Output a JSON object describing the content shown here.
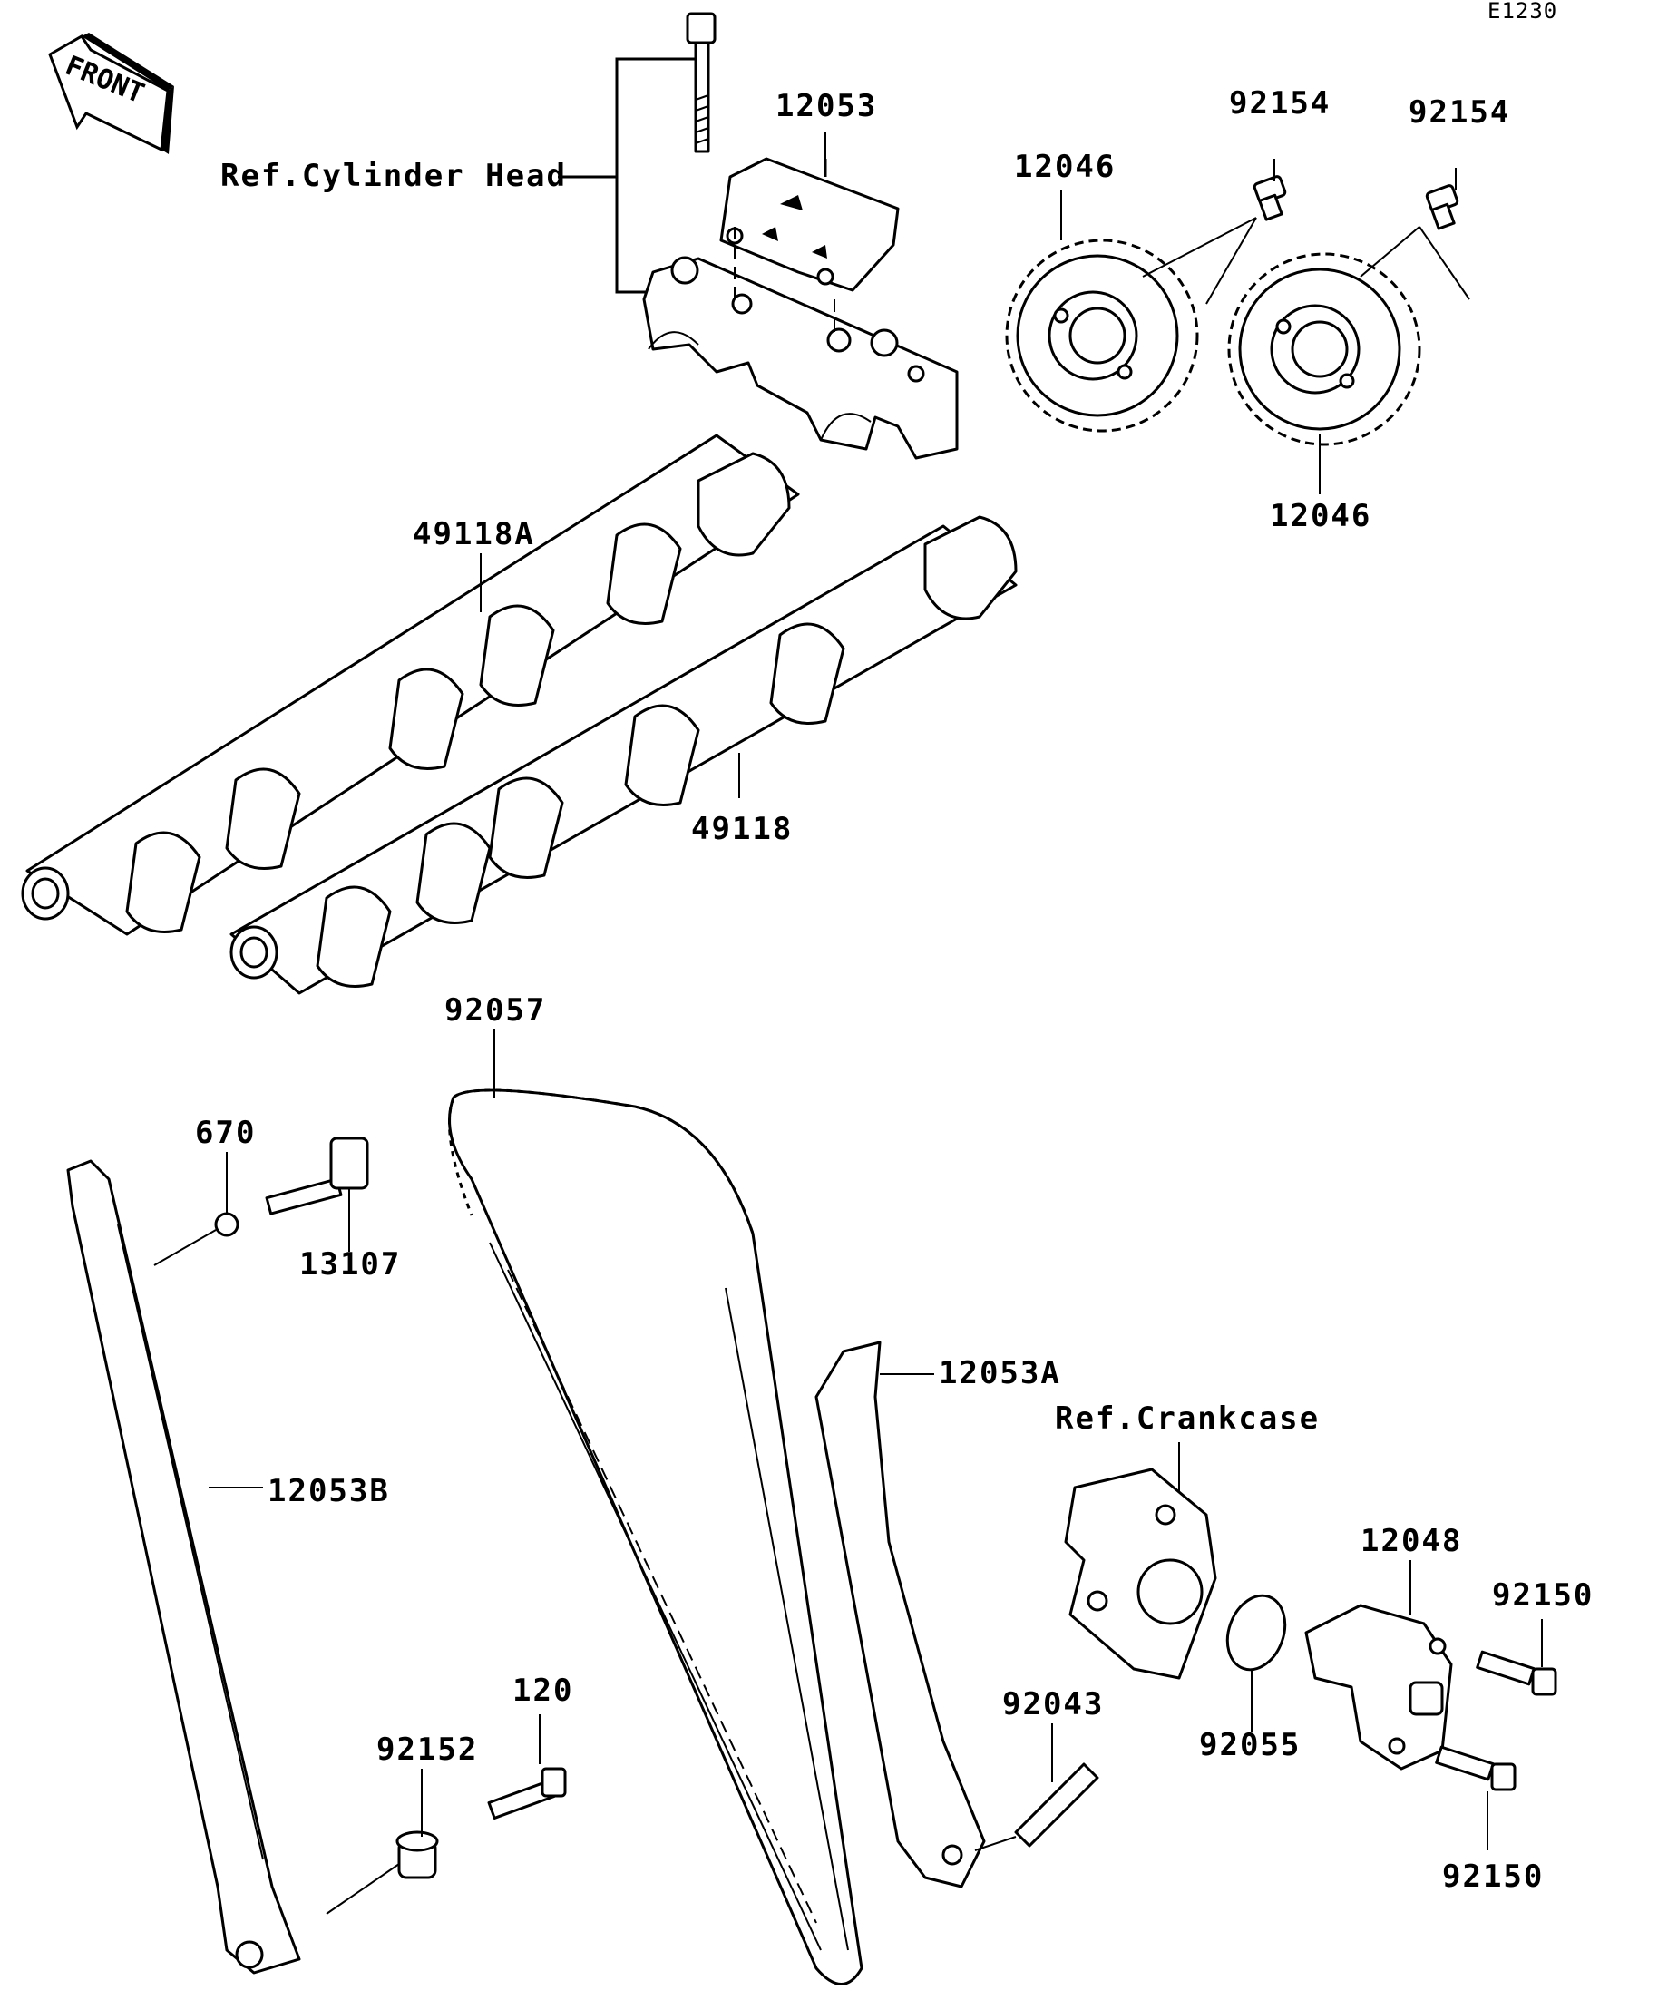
{
  "diagram_code": "E1230",
  "front_label": "FRONT",
  "references": {
    "cylinder_head": "Ref.Cylinder Head",
    "crankcase": "Ref.Crankcase"
  },
  "parts": {
    "p12053": "12053",
    "p92154_a": "92154",
    "p92154_b": "92154",
    "p12046_top": "12046",
    "p12046_bottom": "12046",
    "p49118A": "49118A",
    "p49118": "49118",
    "p92057": "92057",
    "p670": "670",
    "p13107": "13107",
    "p12053A": "12053A",
    "p12053B": "12053B",
    "p12048": "12048",
    "p92150_a": "92150",
    "p92150_b": "92150",
    "p92055": "92055",
    "p92043": "92043",
    "p120": "120",
    "p92152": "92152"
  }
}
